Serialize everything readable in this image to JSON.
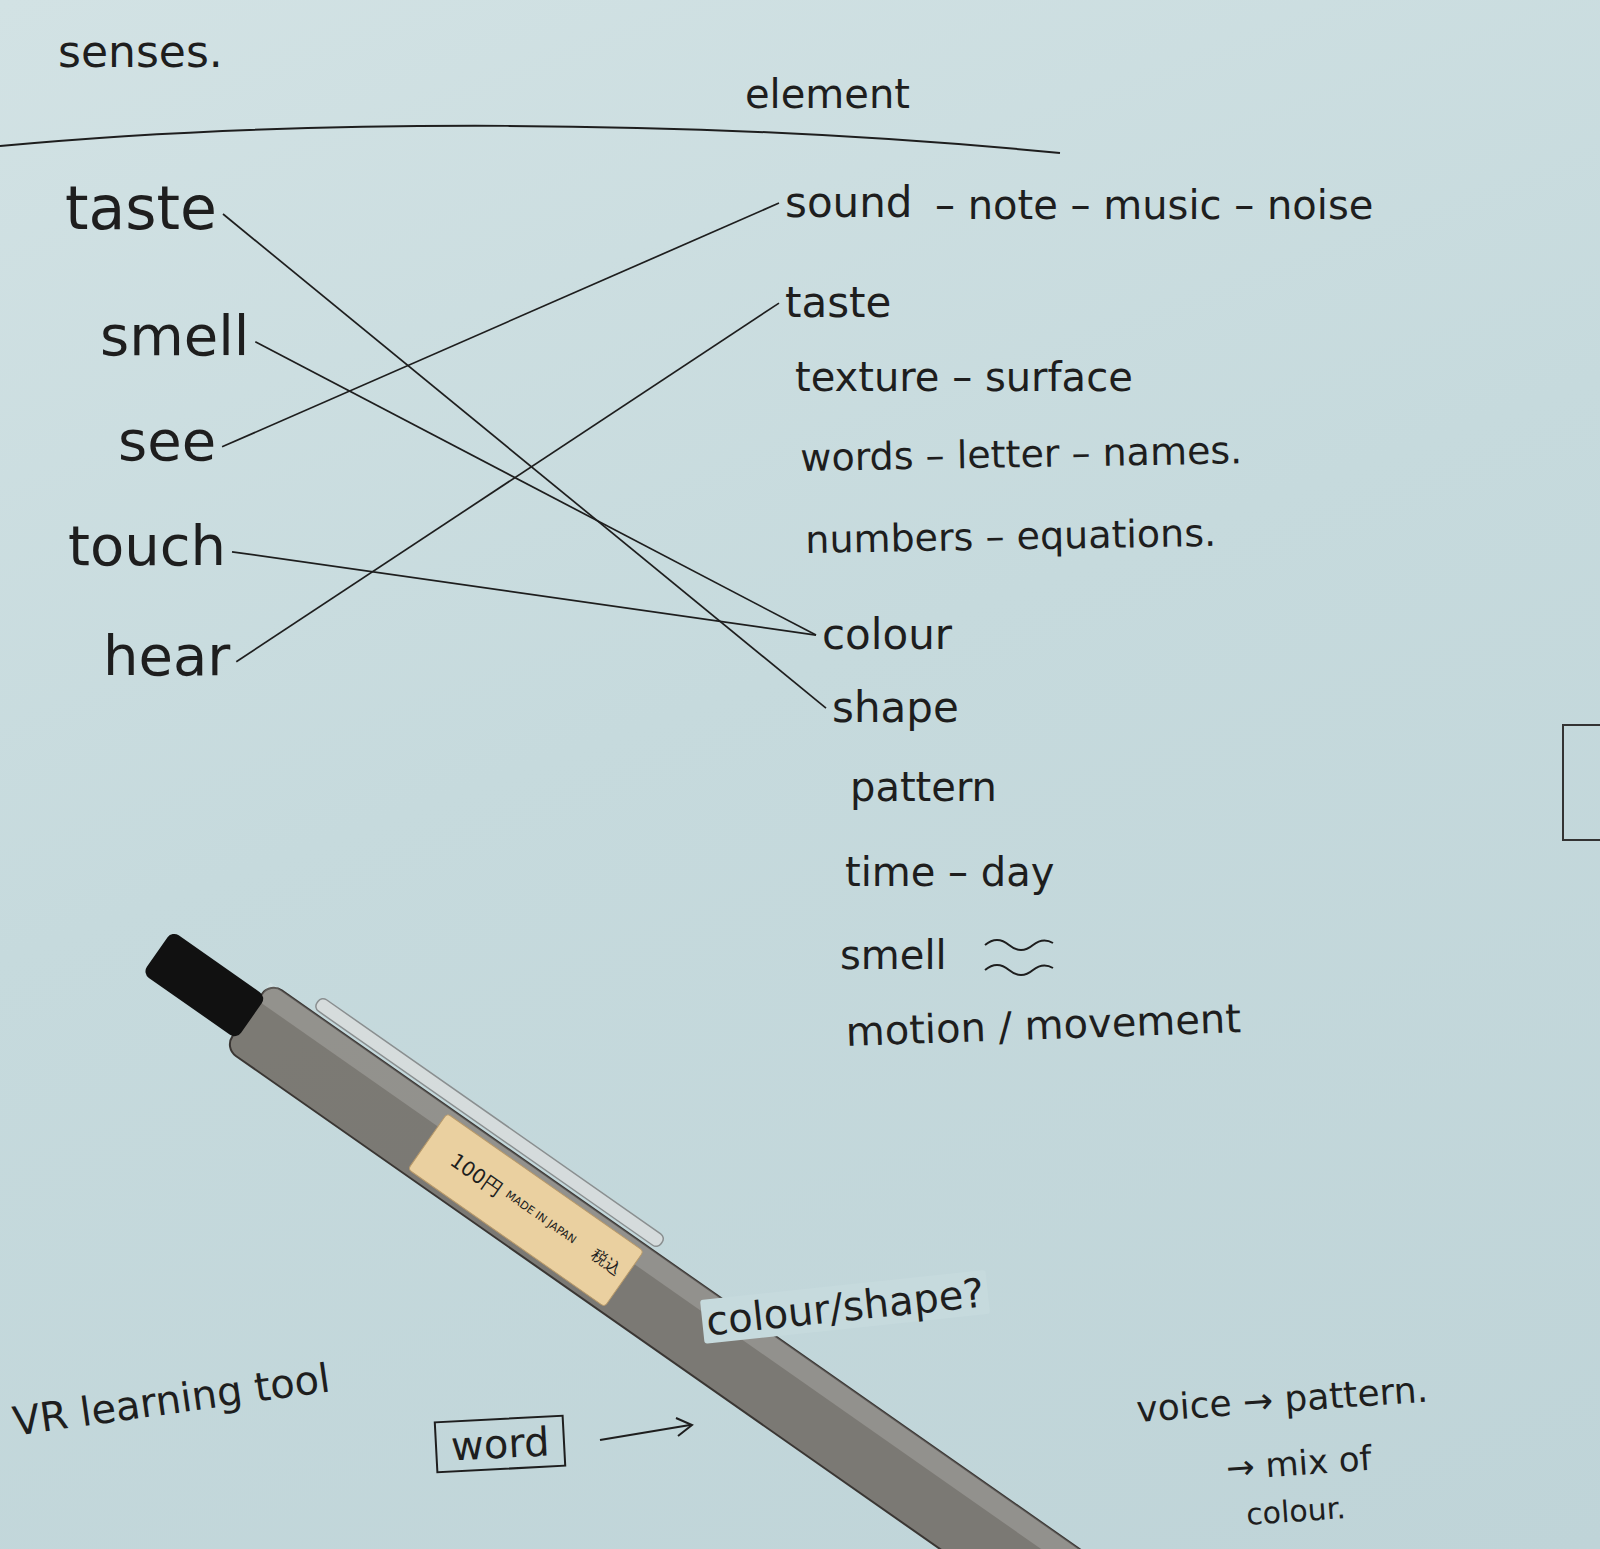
{
  "diagram": {
    "nodes": [
      {
        "text": [
          "taste"
        ]
      },
      {
        "text": [
          "smell"
        ]
      },
      {
        "text": [
          "see"
        ]
      },
      {
        "text": [
          "touch"
        ]
      },
      {
        "text": [
          "hear"
        ]
      },
      {
        "text": [
          "sound"
        ]
      },
      {
        "text": [
          "taste"
        ]
      },
      {
        "text": [
          "colour"
        ]
      },
      {
        "text": [
          "shape"
        ]
      },
      {
        "text": [
          "word"
        ]
      }
    ],
    "edges": [
      {
        "from": 0,
        "to": 8,
        "arrow": "none"
      },
      {
        "from": 1,
        "to": 7,
        "arrow": "none"
      },
      {
        "from": 2,
        "to": 5,
        "arrow": "none"
      },
      {
        "from": 3,
        "to": 7,
        "arrow": "none"
      },
      {
        "from": 4,
        "to": 6,
        "arrow": "none"
      }
    ],
    "labels": [
      "senses.",
      "element",
      "– note – music – noise",
      "texture – surface",
      "words – letter – names.",
      "numbers – equations.",
      "pattern",
      "time – day",
      "smell",
      "motion / movement",
      "VR learning tool",
      "colour/shape?",
      "voice → pattern.",
      "→ mix of",
      "colour.",
      "100円",
      "MADE IN JAPAN",
      "税込"
    ]
  }
}
